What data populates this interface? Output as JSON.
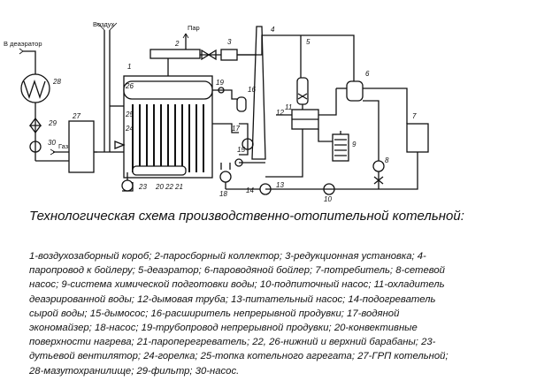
{
  "diagram": {
    "labels": {
      "deaerator_in": "В деаэратор",
      "air": "Воздух",
      "steam": "Пар",
      "gas": "Газ"
    },
    "numbers": [
      "1",
      "2",
      "3",
      "4",
      "5",
      "6",
      "7",
      "8",
      "9",
      "10",
      "11",
      "12",
      "13",
      "14",
      "15",
      "16",
      "17",
      "18",
      "19",
      "20",
      "21",
      "22",
      "23",
      "24",
      "25",
      "26",
      "27",
      "28",
      "29",
      "30"
    ]
  },
  "caption": "Технологическая схема производственно-отопительной котельной:",
  "legend_lines": [
    "1-воздухозаборный короб; 2-паросборный коллектор; 3-редукционная установка; 4-",
    "паропровод к бойлеру; 5-деаэратор; 6-пароводяной бойлер; 7-потребитель; 8-сетевой",
    "насос; 9-система химической подготовки воды; 10-подпиточный насос; 11-охладитель",
    "деаэрированной воды; 12-дымовая труба; 13-питательный насос; 14-подогреватель",
    "сырой воды; 15-дымосос; 16-расширитель непрерывной продувки; 17-водяной",
    "экономайзер; 18-насос; 19-трубопровод непрерывной продувки; 20-конвективные",
    "поверхности нагрева; 21-пароперегреватель; 22, 26-нижний и верхний барабаны; 23-",
    "дутьевой вентилятор; 24-горелка; 25-топка котельного агрегата; 27-ГРП котельной;",
    "28-мазутохранилище; 29-фильтр; 30-насос."
  ]
}
